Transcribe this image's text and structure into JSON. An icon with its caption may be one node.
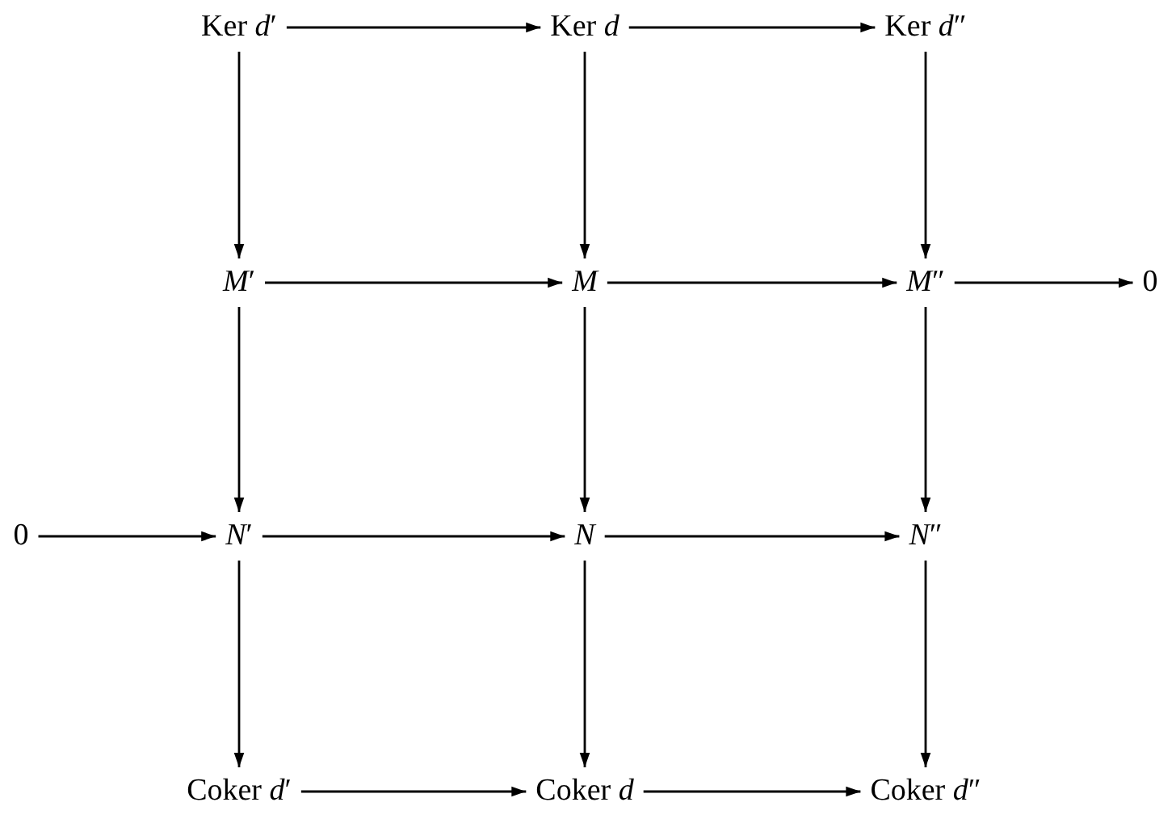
{
  "diagram": {
    "nodes": [
      {
        "text": [
          "Ker *d*′"
        ]
      },
      {
        "text": [
          "Ker *d*"
        ]
      },
      {
        "text": [
          "Ker *d*″"
        ]
      },
      {
        "text": [
          "*M*′"
        ]
      },
      {
        "text": [
          "*M*"
        ]
      },
      {
        "text": [
          "*M*″"
        ]
      },
      {
        "text": [
          "0"
        ]
      },
      {
        "text": [
          "0"
        ]
      },
      {
        "text": [
          "*N*′"
        ]
      },
      {
        "text": [
          "*N*"
        ]
      },
      {
        "text": [
          "*N*″"
        ]
      },
      {
        "text": [
          "Coker *d*′"
        ]
      },
      {
        "text": [
          "Coker *d*"
        ]
      },
      {
        "text": [
          "Coker *d*″"
        ]
      }
    ],
    "edges": [
      {
        "from": 0,
        "to": 1,
        "arrow": "to"
      },
      {
        "from": 1,
        "to": 2,
        "arrow": "to"
      },
      {
        "from": 0,
        "to": 3,
        "arrow": "to"
      },
      {
        "from": 1,
        "to": 4,
        "arrow": "to"
      },
      {
        "from": 2,
        "to": 5,
        "arrow": "to"
      },
      {
        "from": 3,
        "to": 4,
        "arrow": "to"
      },
      {
        "from": 4,
        "to": 5,
        "arrow": "to"
      },
      {
        "from": 5,
        "to": 6,
        "arrow": "to"
      },
      {
        "from": 3,
        "to": 8,
        "arrow": "to"
      },
      {
        "from": 4,
        "to": 9,
        "arrow": "to"
      },
      {
        "from": 5,
        "to": 10,
        "arrow": "to"
      },
      {
        "from": 7,
        "to": 8,
        "arrow": "to"
      },
      {
        "from": 8,
        "to": 9,
        "arrow": "to"
      },
      {
        "from": 9,
        "to": 10,
        "arrow": "to"
      },
      {
        "from": 8,
        "to": 11,
        "arrow": "to"
      },
      {
        "from": 9,
        "to": 12,
        "arrow": "to"
      },
      {
        "from": 10,
        "to": 13,
        "arrow": "to"
      },
      {
        "from": 11,
        "to": 12,
        "arrow": "to"
      },
      {
        "from": 12,
        "to": 13,
        "arrow": "to"
      }
    ]
  }
}
